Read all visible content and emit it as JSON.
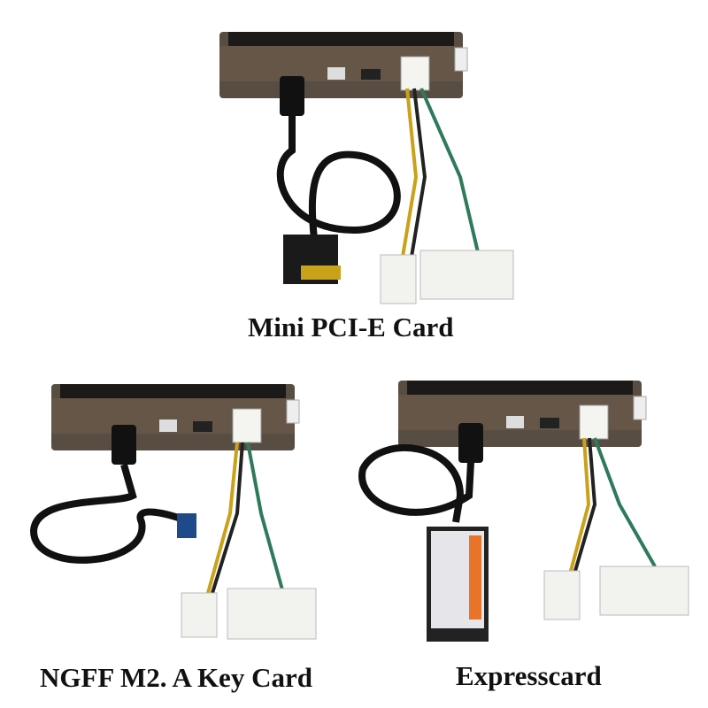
{
  "products": [
    {
      "caption": "Mini PCI-E Card",
      "adapter": "mini-pcie-adapter"
    },
    {
      "caption": "NGFF M2. A Key Card",
      "adapter": "ngff-m2-adapter"
    },
    {
      "caption": "Expresscard",
      "adapter": "expresscard-adapter"
    }
  ],
  "colors": {
    "dock_body": "#3a3128",
    "cable": "#111111",
    "yellow_wire": "#c9a21a",
    "green_wire": "#2f7a5a",
    "connector": "#f2f2ee",
    "expresscard_label": "#e8742a"
  }
}
